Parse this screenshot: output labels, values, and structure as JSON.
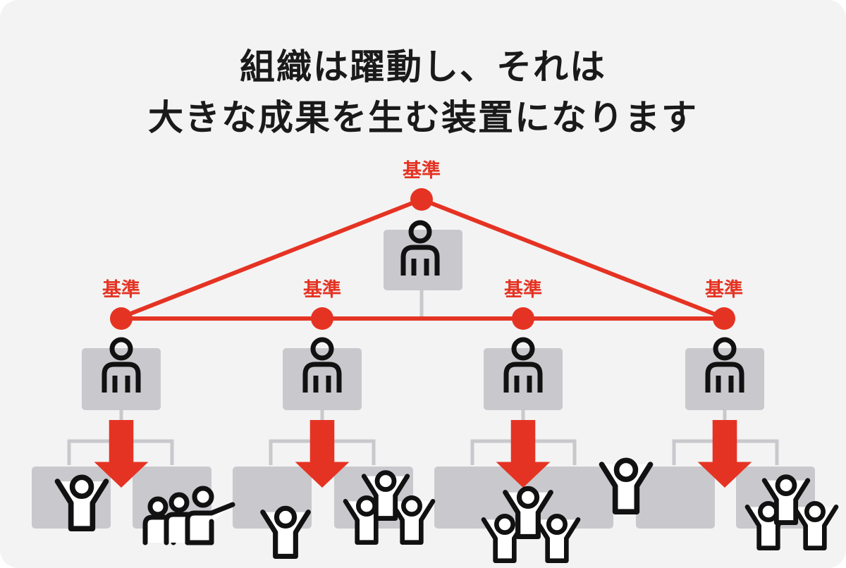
{
  "title": {
    "line1": "組織は躍動し、それは",
    "line2": "大きな成果を生む装置になります"
  },
  "criterion_label": "基準",
  "colors": {
    "accent": "#e53323",
    "box": "#c9c8cd",
    "connector": "#c9c8cd",
    "icon": "#111111",
    "background": "#f3f3f3"
  },
  "icons": {
    "leader": "person-icon",
    "member": "cheering-person-icon",
    "group": "cheering-group-icon",
    "crowd": "people-group-icon",
    "flow": "down-arrow-icon"
  }
}
